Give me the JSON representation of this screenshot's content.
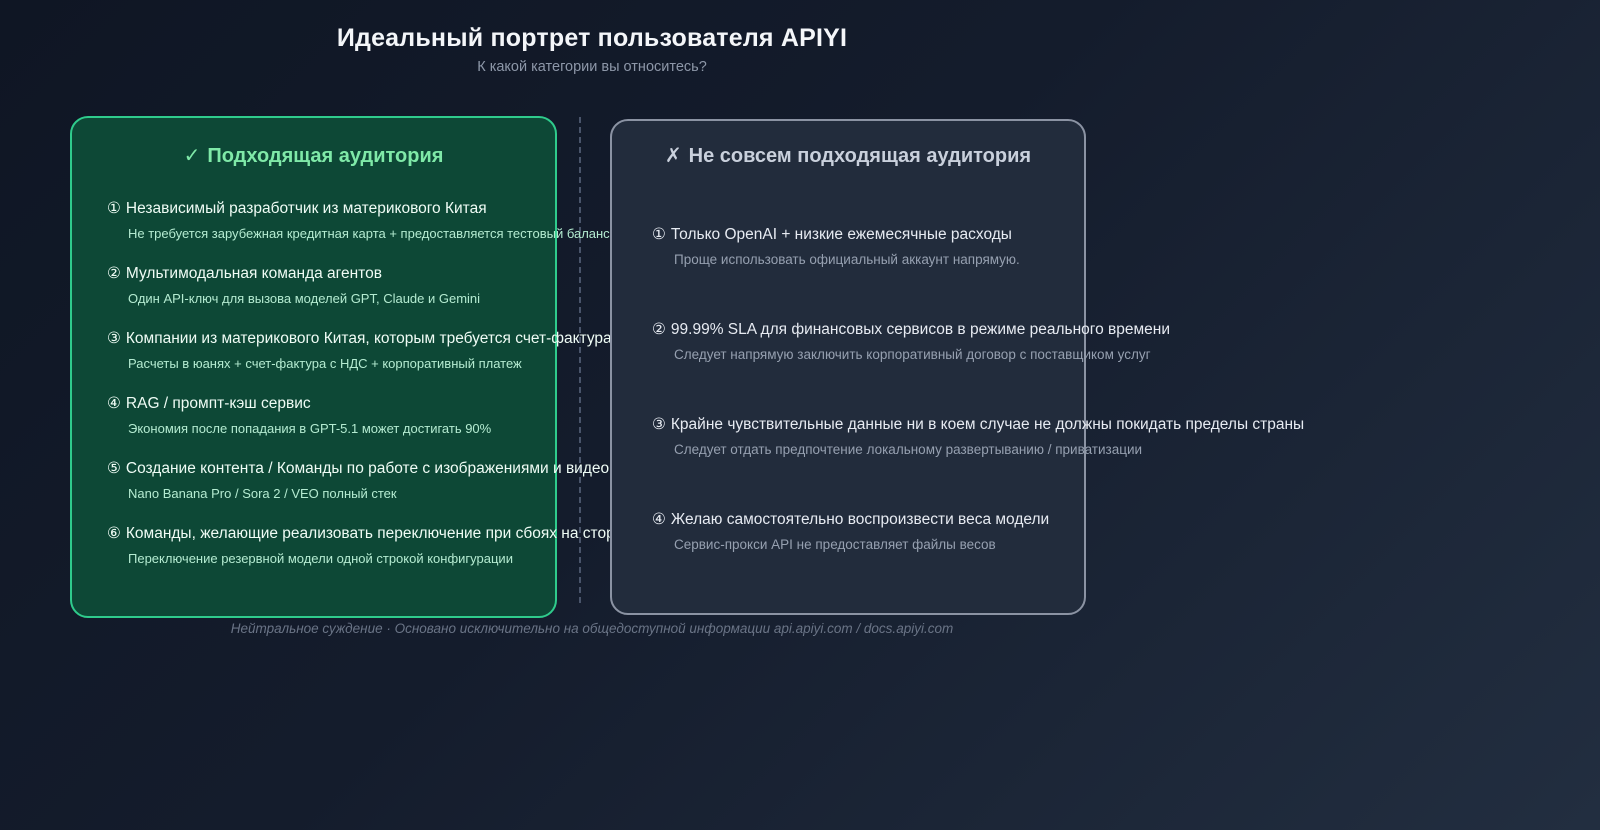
{
  "page": {
    "title": "Идеальный портрет пользователя APIYI",
    "subtitle": "К какой категории вы относитесь?",
    "footer": "Нейтральное суждение · Основано исключительно на общедоступной информации api.apiyi.com / docs.apiyi.com"
  },
  "suitable": {
    "icon": "✓",
    "title": "Подходящая аудитория",
    "items": [
      {
        "num": "①",
        "title": "Независимый разработчик из материкового Китая",
        "desc": "Не требуется зарубежная кредитная карта + предоставляется тестовый баланс"
      },
      {
        "num": "②",
        "title": "Мультимодальная команда агентов",
        "desc": "Один API-ключ для вызова моделей GPT, Claude и Gemini"
      },
      {
        "num": "③",
        "title": "Компании из материкового Китая, которым требуется счет-фактура",
        "desc": "Расчеты в юанях + счет-фактура с НДС + корпоративный платеж"
      },
      {
        "num": "④",
        "title": "RAG / промпт-кэш сервис",
        "desc": "Экономия после попадания в GPT-5.1 может достигать 90%"
      },
      {
        "num": "⑤",
        "title": "Создание контента / Команды по работе с изображениями и видео",
        "desc": "Nano Banana Pro / Sora 2 / VEO полный стек"
      },
      {
        "num": "⑥",
        "title": "Команды, желающие реализовать переключение при сбоях на сторо",
        "desc": "Переключение резервной модели одной строкой конфигурации"
      }
    ]
  },
  "unsuitable": {
    "icon": "✗",
    "title": "Не совсем подходящая аудитория",
    "items": [
      {
        "num": "①",
        "title": "Только OpenAI + низкие ежемесячные расходы",
        "desc": "Проще использовать официальный аккаунт напрямую."
      },
      {
        "num": "②",
        "title": "99.99% SLA для финансовых сервисов в режиме реального времени",
        "desc": "Следует напрямую заключить корпоративный договор с поставщиком услуг"
      },
      {
        "num": "③",
        "title": "Крайне чувствительные данные ни в коем случае не должны покидать пределы страны",
        "desc": "Следует отдать предпочтение локальному развертыванию / приватизации"
      },
      {
        "num": "④",
        "title": "Желаю самостоятельно воспроизвести веса модели",
        "desc": "Сервис-прокси API не предоставляет файлы весов"
      }
    ]
  },
  "colors": {
    "page_bg_start": "#0f1624",
    "page_bg_end": "#222e40",
    "suitable_card_bg": "#0d4836",
    "suitable_border": "#2fcb8c",
    "suitable_header": "#7fe9a8",
    "suitable_desc": "#b4ebd1",
    "unsuitable_card_bg": "#222c3c",
    "unsuitable_border": "#8b93a3",
    "unsuitable_header": "#c9d0dc",
    "unsuitable_desc": "#96a0b0",
    "divider": "#49546a"
  }
}
